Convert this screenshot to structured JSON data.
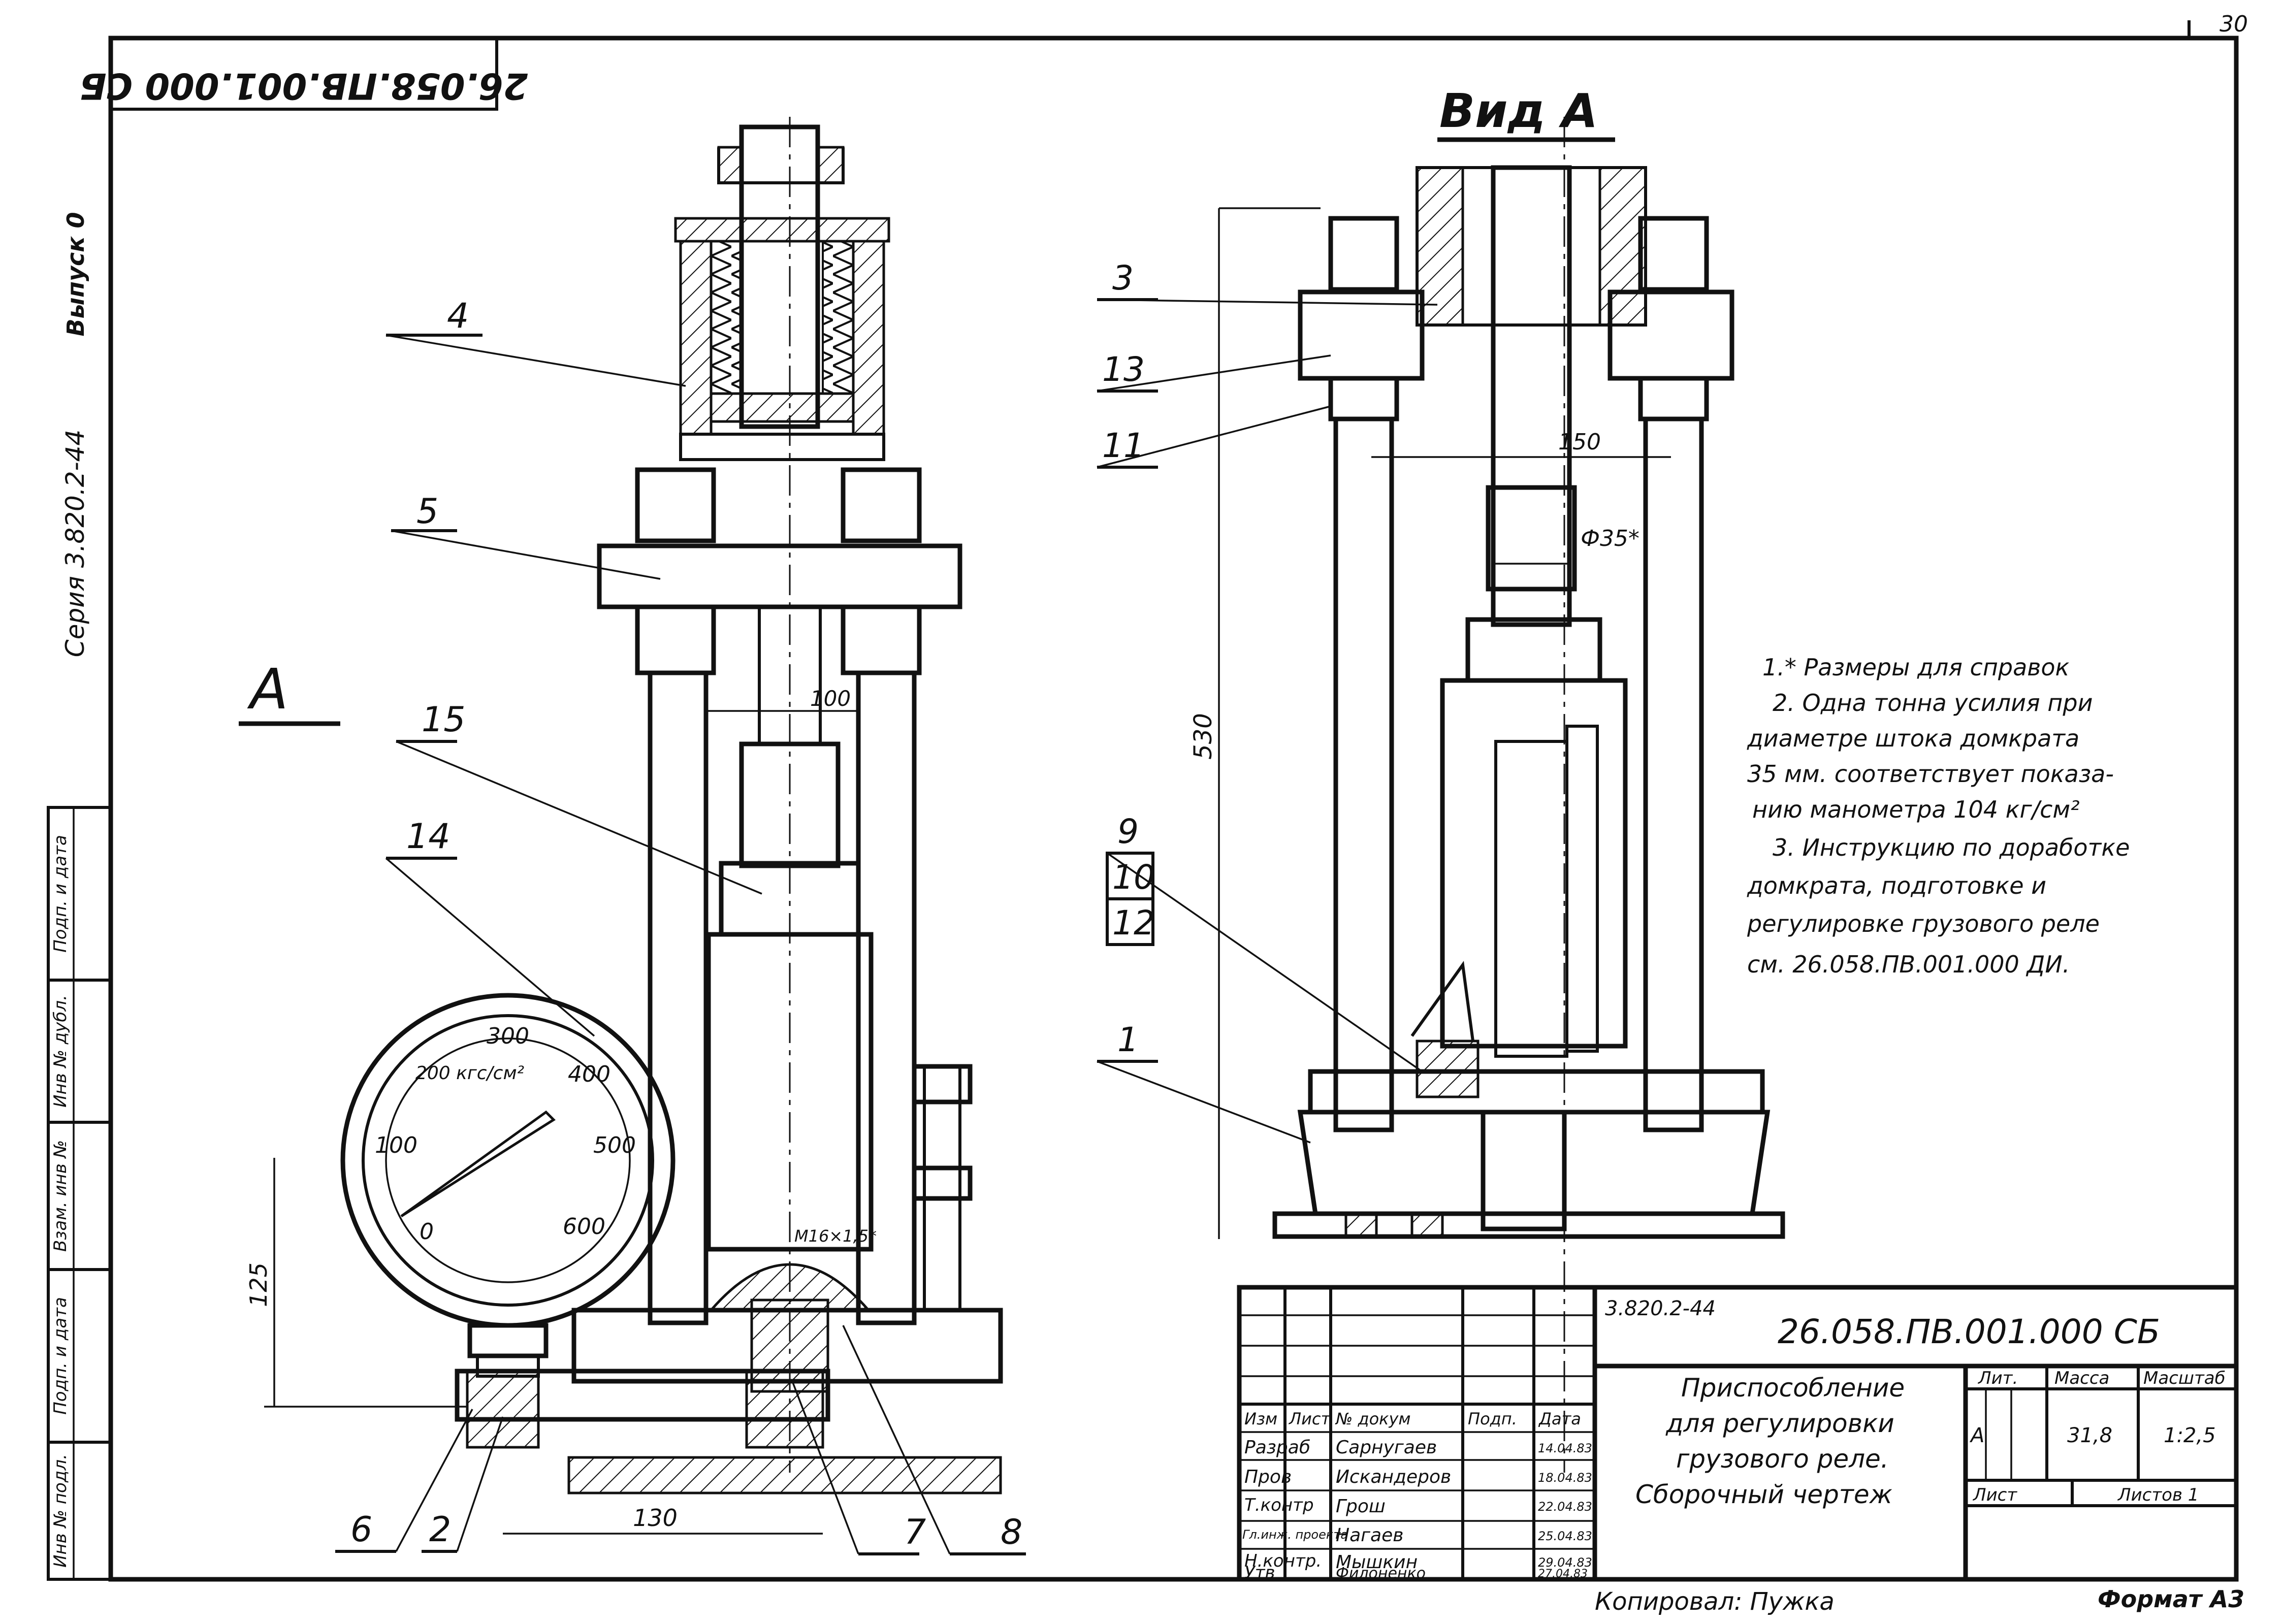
{
  "sheet": {
    "page_number": "30",
    "title_rotated": "26.058.ПВ.001.000 СБ",
    "format_label": "Формат А3",
    "copied_by": "Копировал: Пужка"
  },
  "side_margin": {
    "vypusk": "Выпуск 0",
    "seria": "Серия 3.820.2-44",
    "cells": [
      "Подп. и дата",
      "Инв № дубл.",
      "Взам. инв №",
      "Подп. и дата",
      "Инв № подл."
    ]
  },
  "views": {
    "section_a_marker": "А",
    "view_a_title": "Вид А"
  },
  "callouts_left": [
    "4",
    "5",
    "15",
    "14",
    "6",
    "2",
    "7",
    "8"
  ],
  "callouts_right": [
    "3",
    "13",
    "11",
    "9",
    "10",
    "12",
    "1"
  ],
  "dimensions": {
    "d100": "100",
    "d125": "125",
    "d130": "130",
    "d150": "150",
    "d530": "530",
    "d35": "Ф35*",
    "thread": "M16×1,5*"
  },
  "gauge": {
    "unit": "200 кгс/см²",
    "ticks": [
      "0",
      "100",
      "300",
      "400",
      "500",
      "600"
    ]
  },
  "notes": [
    "1.* Размеры для справок",
    "2. Одна тонна усилия при",
    "диаметре штока домкрата",
    "35 мм. соответствует показа-",
    "нию манометра 104 кг/см²",
    "3. Инструкцию по доработке",
    "домкрата, подготовке и",
    "регулировке грузового реле",
    "см. 26.058.ПВ.001.000 ДИ."
  ],
  "title_block": {
    "series_code": "3.820.2-44",
    "document_code": "26.058.ПВ.001.000 СБ",
    "name_lines": [
      "Приспособление",
      "для регулировки",
      "грузового реле.",
      "Сборочный чертеж"
    ],
    "headers": {
      "izm": "Изм",
      "list": "Лист",
      "doc": "№ докум",
      "sign": "Подп.",
      "date": "Дата"
    },
    "rows": [
      {
        "role": "Разраб",
        "name": "Сарнугаев",
        "date": "14.04.83"
      },
      {
        "role": "Пров",
        "name": "Искандеров",
        "date": "18.04.83"
      },
      {
        "role": "Т.контр",
        "name": "Грош",
        "date": "22.04.83"
      },
      {
        "role": "Гл.инж. проекта",
        "name": "Нагаев",
        "date": "25.04.83"
      },
      {
        "role": "Н.контр.",
        "name": "Мышкин",
        "date": "29.04.83"
      },
      {
        "role": "Утв",
        "name": "Филоненко",
        "date": "27.04.83"
      }
    ],
    "lit_label": "Лит.",
    "mass_label": "Масса",
    "scale_label": "Масштаб",
    "lit_value": "А",
    "mass_value": "31,8",
    "scale_value": "1:2,5",
    "sheet_label": "Лист",
    "sheets_label": "Листов 1"
  }
}
